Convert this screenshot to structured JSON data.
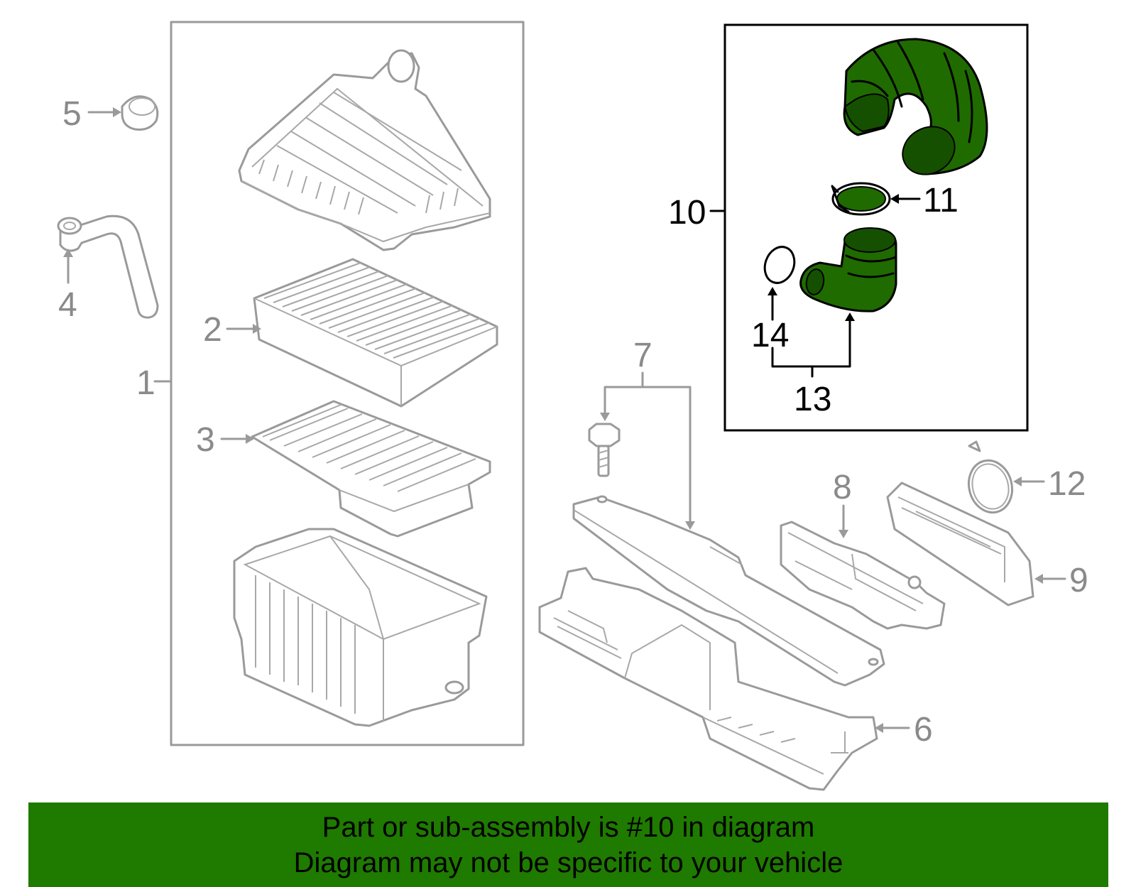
{
  "callouts": {
    "c1": "1",
    "c2": "2",
    "c3": "3",
    "c4": "4",
    "c5": "5",
    "c6": "6",
    "c7": "7",
    "c8": "8",
    "c9": "9",
    "c10": "10",
    "c11": "11",
    "c12": "12",
    "c13": "13",
    "c14": "14"
  },
  "banner": {
    "line1": "Part or sub-assembly is #10 in diagram",
    "line2": "Diagram may not be specific to your vehicle"
  },
  "colors": {
    "highlight_green": "#1f6b00",
    "banner_green": "#1f7a00",
    "callout_gray": "#8a8a8a"
  }
}
